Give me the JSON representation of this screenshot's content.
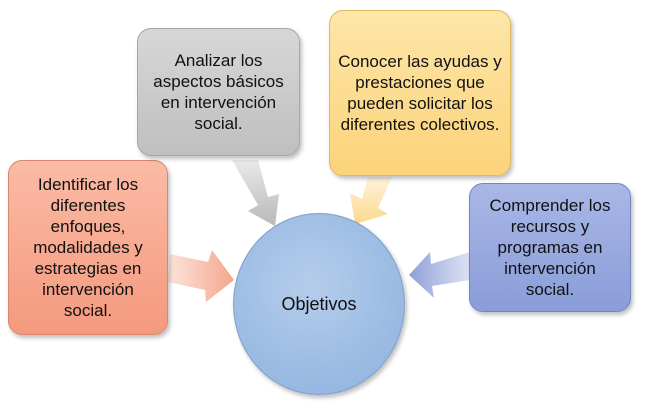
{
  "diagram": {
    "center": {
      "label": "Objetivos",
      "color": "#98b9e2"
    },
    "nodes": [
      {
        "id": "identificar",
        "text": "Identificar los diferentes enfoques, modalidades y estrategias en intervención social.",
        "color": "#f4997e"
      },
      {
        "id": "analizar",
        "text": "Analizar los aspectos básicos en intervención social.",
        "color": "#bfbfbf"
      },
      {
        "id": "conocer",
        "text": "Conocer las ayudas y prestaciones que pueden solicitar los diferentes colectivos.",
        "color": "#fcd37a"
      },
      {
        "id": "comprender",
        "text": "Comprender los recursos y programas en intervención social.",
        "color": "#8a9dd9"
      }
    ]
  }
}
